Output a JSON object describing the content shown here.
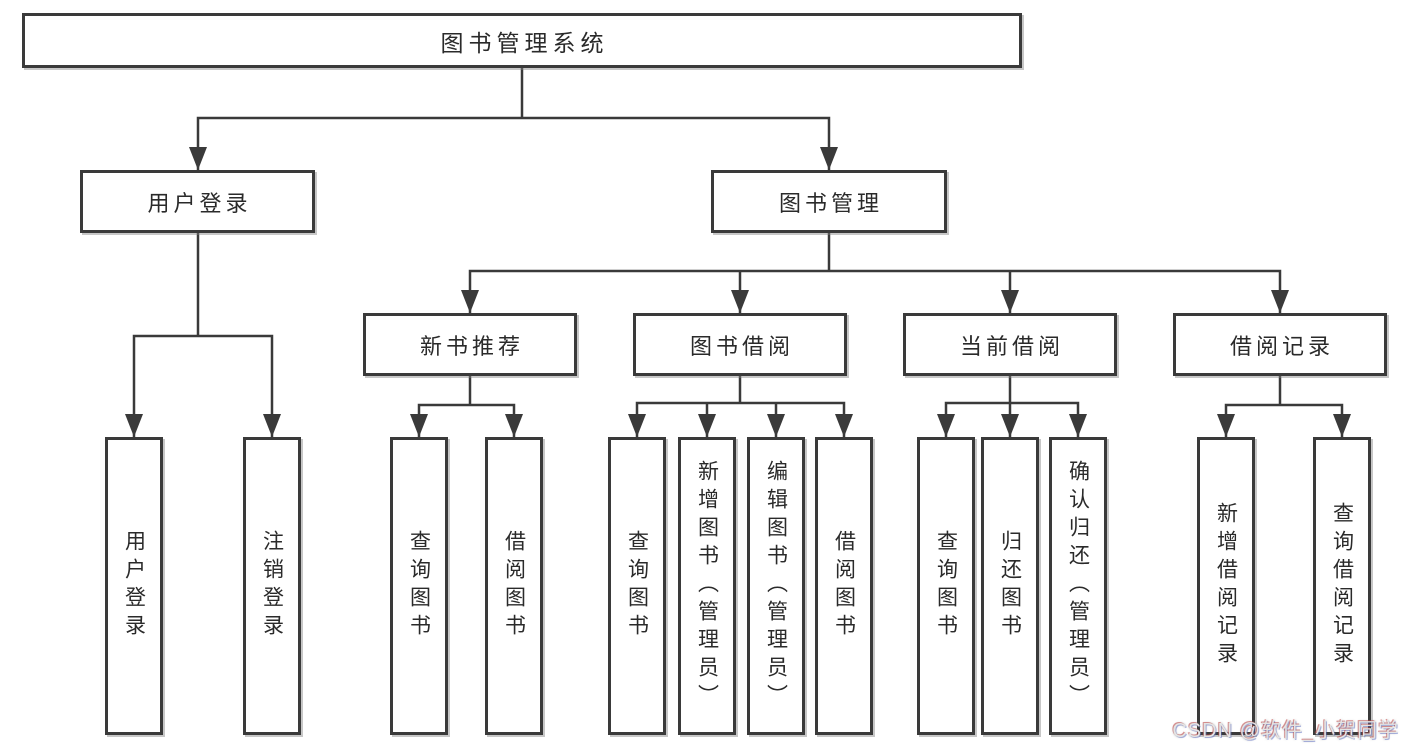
{
  "diagram": {
    "root": {
      "label": "图书管理系统"
    },
    "branches": [
      {
        "label": "用户登录",
        "children": [
          {
            "label": "用户登录"
          },
          {
            "label": "注销登录"
          }
        ]
      },
      {
        "label": "图书管理",
        "groups": [
          {
            "label": "新书推荐",
            "children": [
              {
                "label": "查询图书"
              },
              {
                "label": "借阅图书"
              }
            ]
          },
          {
            "label": "图书借阅",
            "children": [
              {
                "label": "查询图书"
              },
              {
                "label": "新增图书（管理员）"
              },
              {
                "label": "编辑图书（管理员）"
              },
              {
                "label": "借阅图书"
              }
            ]
          },
          {
            "label": "当前借阅",
            "children": [
              {
                "label": "查询图书"
              },
              {
                "label": "归还图书"
              },
              {
                "label": "确认归还（管理员）"
              }
            ]
          },
          {
            "label": "借阅记录",
            "children": [
              {
                "label": "新增借阅记录"
              },
              {
                "label": "查询借阅记录"
              }
            ]
          }
        ]
      }
    ]
  },
  "watermark": {
    "text": "CSDN @软件_小贺同学"
  },
  "colors": {
    "line": "#3a3a3a",
    "text": "#2a2a2a",
    "background": "#ffffff",
    "watermark": "#e4e4e4"
  }
}
